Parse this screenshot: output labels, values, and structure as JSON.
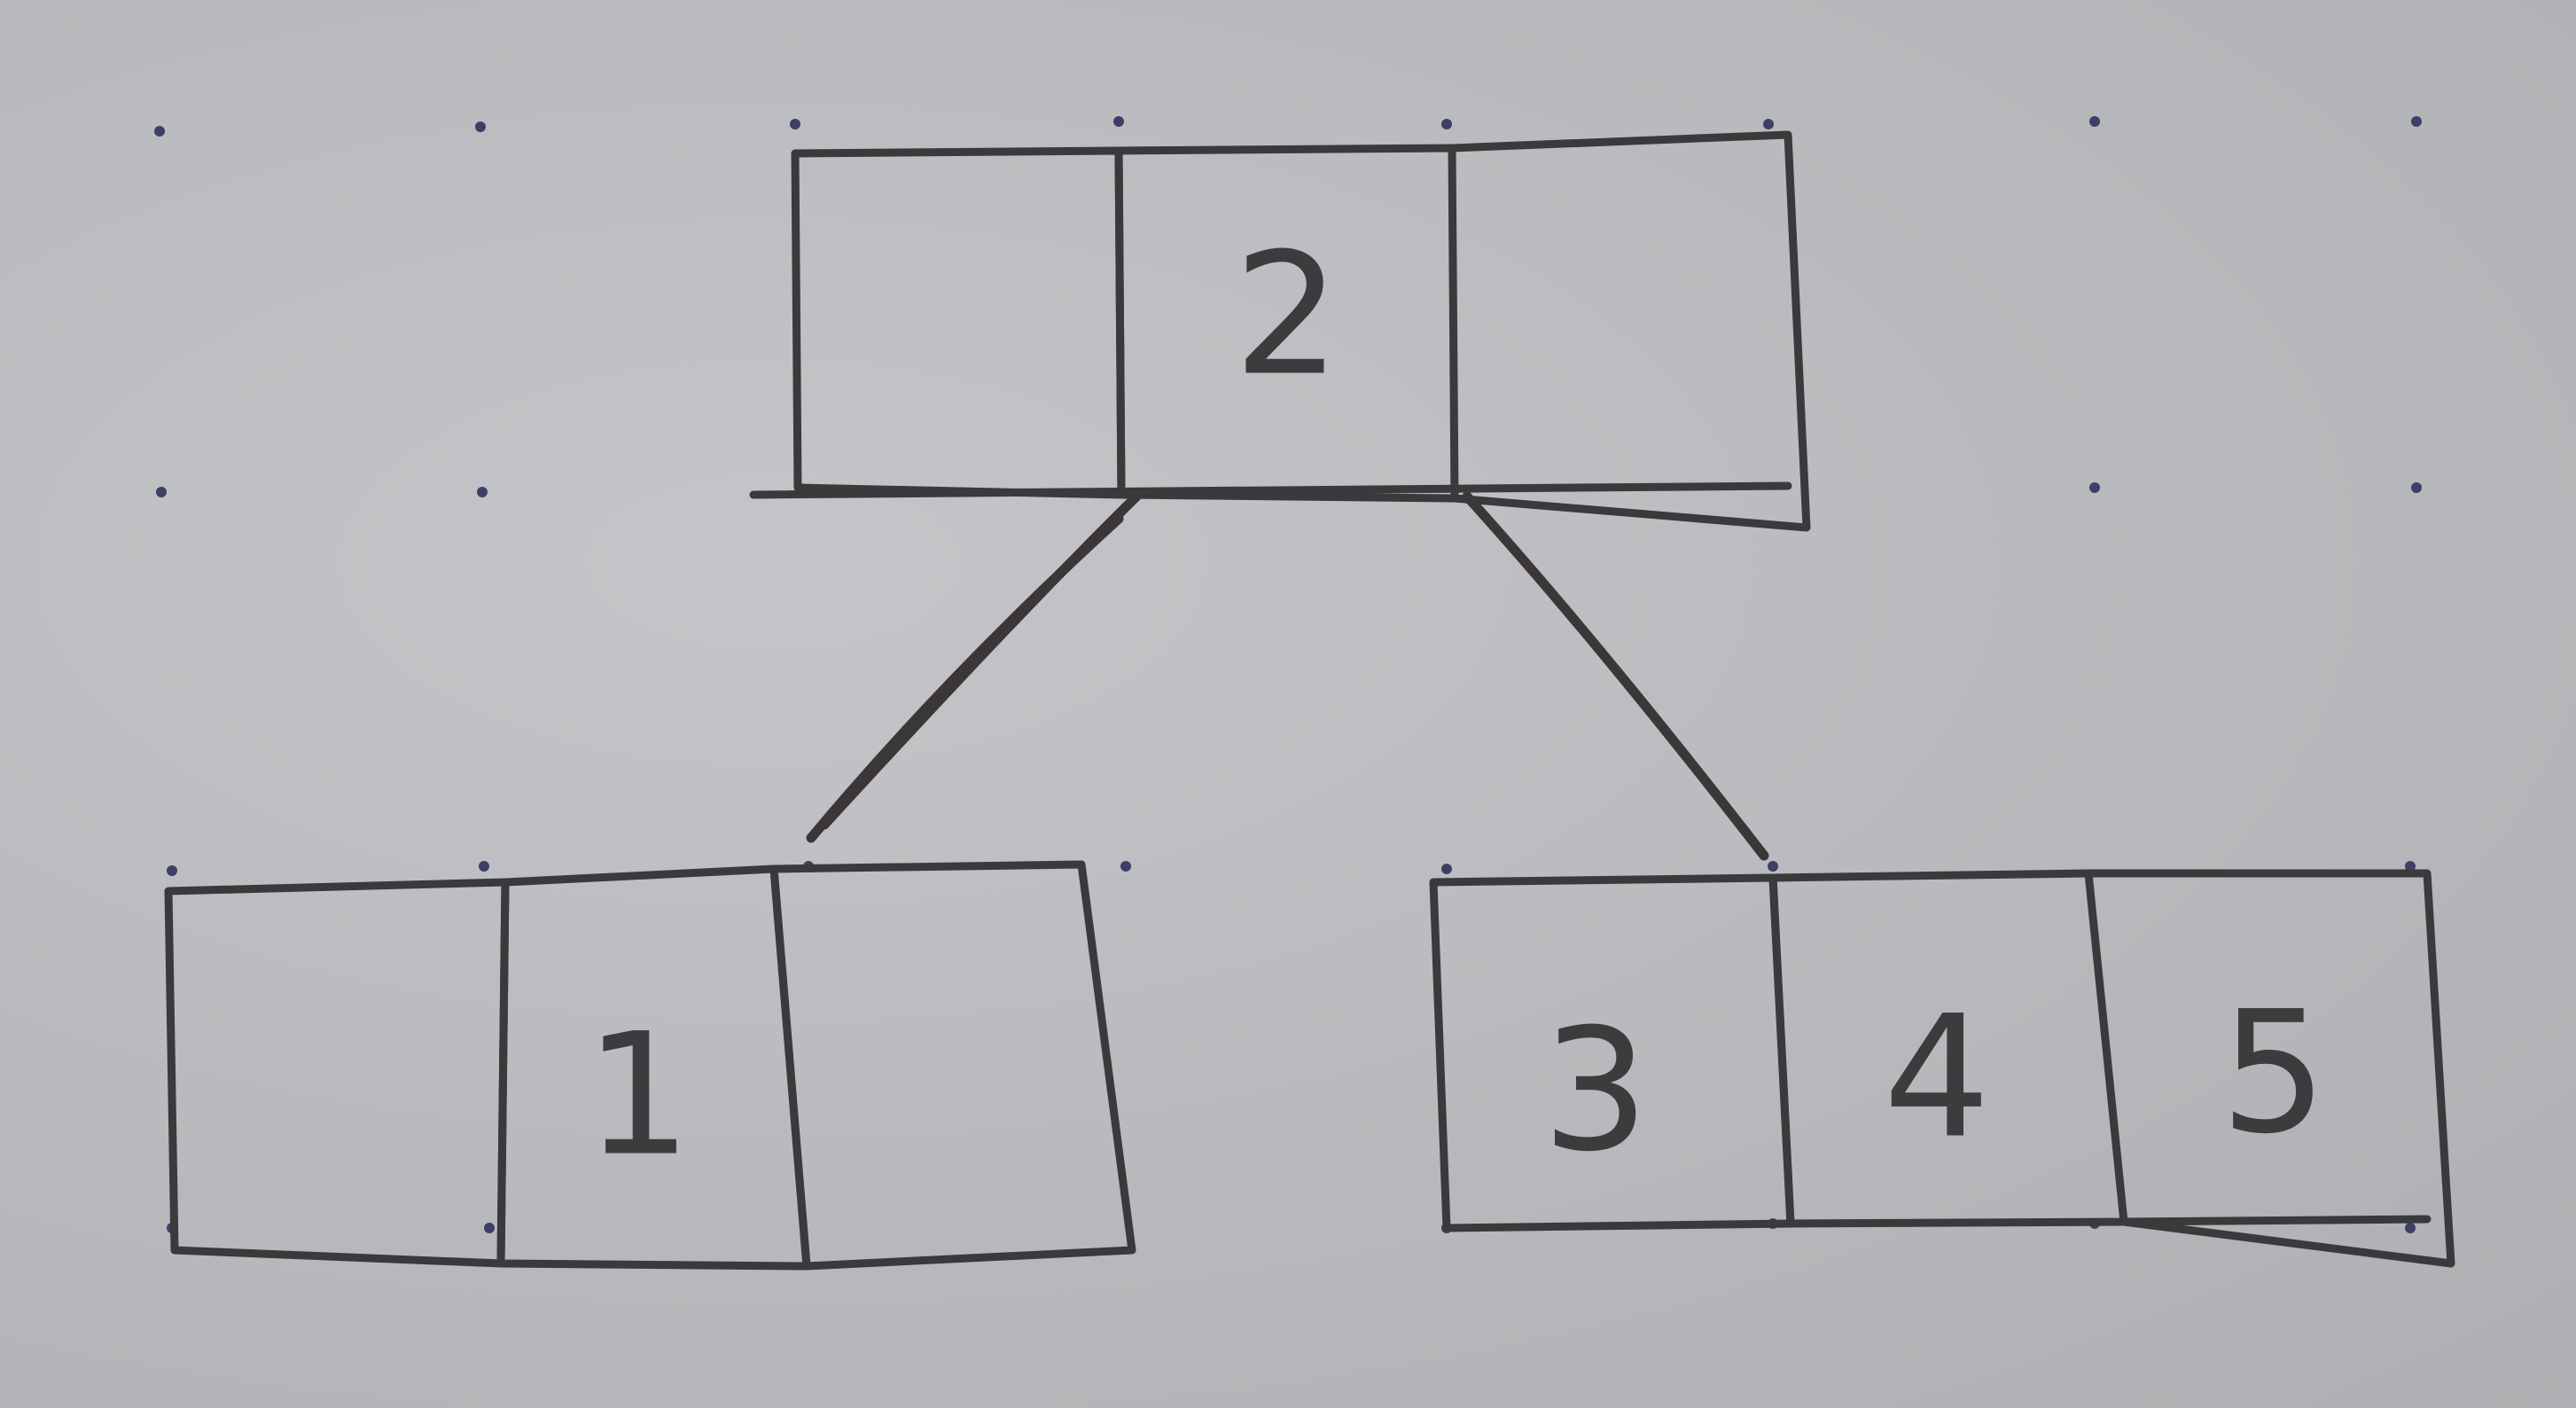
{
  "tree": {
    "root": {
      "keys": [
        "",
        "2",
        ""
      ]
    },
    "left_child": {
      "keys": [
        "",
        "1",
        ""
      ]
    },
    "right_child": {
      "keys": [
        "3",
        "4",
        "5"
      ]
    }
  },
  "colors": {
    "paper": "#b9babd",
    "ink": "#3a393c",
    "grid_dot": "#3d3f66"
  }
}
